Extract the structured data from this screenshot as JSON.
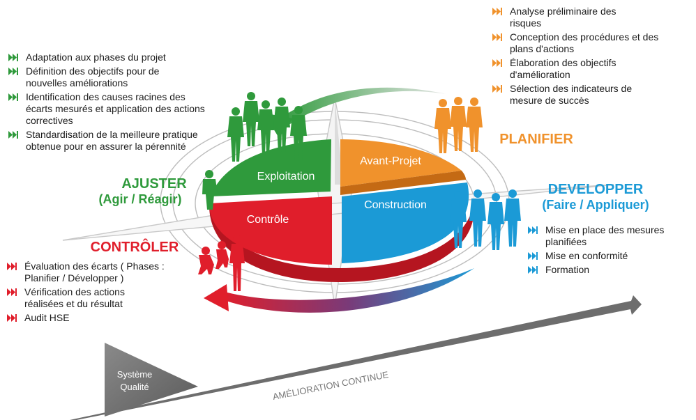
{
  "colors": {
    "green": "#2f9a3c",
    "orange": "#f0922c",
    "blue": "#1b9ad6",
    "red": "#e01e2b",
    "gray": "#707070"
  },
  "icons": {
    "bullet": "fast-forward-icon"
  },
  "diagram": {
    "quadrants": {
      "exploitation": "Exploitation",
      "avant_projet": "Avant-Projet",
      "construction": "Construction",
      "controle": "Contrôle"
    },
    "phases": {
      "ajuster": {
        "title": "AJUSTER",
        "subtitle": "(Agir / Réagir)"
      },
      "planifier": {
        "title": "PLANIFIER"
      },
      "developper": {
        "title": "DEVELOPPER",
        "subtitle": "(Faire / Appliquer)"
      },
      "controler": {
        "title": "CONTRÔLER"
      }
    },
    "ajuster_items": [
      "Adaptation aux phases du projet",
      "Définition des objectifs pour de nouvelles améliorations",
      "Identification des causes racines des écarts mesurés et application des actions correctives",
      "Standardisation de la meilleure pratique obtenue pour en assurer la pérennité"
    ],
    "planifier_items": [
      "Analyse préliminaire des risques",
      "Conception des procédures et des plans d'actions",
      "Élaboration des objectifs d'amélioration",
      "Sélection des indicateurs de mesure de succès"
    ],
    "developper_items": [
      "Mise en place des mesures planifiées",
      "Mise en conformité",
      "Formation"
    ],
    "controler_items": [
      "Évaluation des écarts ( Phases : Planifier / Développer )",
      "Vérification des actions réalisées et du résultat",
      "Audit HSE"
    ],
    "systeme_qualite": {
      "line1": "Système",
      "line2": "Qualité"
    },
    "amelioration_continue": "AMÉLIORATION CONTINUE"
  }
}
